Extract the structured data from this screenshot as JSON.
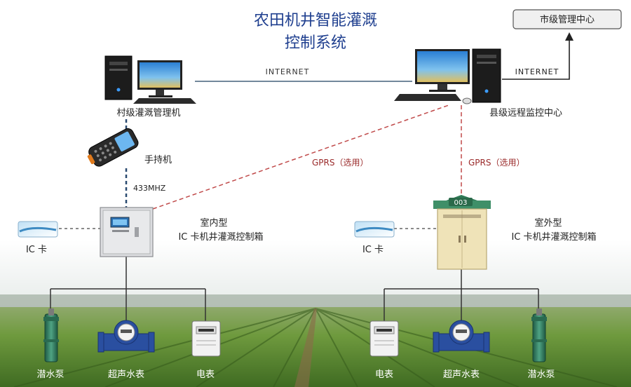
{
  "title": {
    "line1": "农田机井智能灌溉",
    "line2": "控制系统"
  },
  "nodes": {
    "city_center": "市级管理中心",
    "village_pc": "村级灌溉管理机",
    "county_center": "县级远程监控中心",
    "handheld": "手持机",
    "indoor_box": {
      "line1": "室内型",
      "line2": "IC 卡机井灌溉控制箱"
    },
    "outdoor_box": {
      "line1": "室外型",
      "line2": "IC 卡机井灌溉控制箱",
      "badge": "003"
    },
    "ic_card_left": "IC 卡",
    "ic_card_right": "IC 卡",
    "left_devices": [
      "潜水泵",
      "超声水表",
      "电表"
    ],
    "right_devices": [
      "电表",
      "超声水表",
      "潜水泵"
    ]
  },
  "links": {
    "internet_left": "INTERNET",
    "internet_right": "INTERNET",
    "freq": "433MHZ",
    "gprs_left": "GPRS（选用）",
    "gprs_right": "GPRS（选用）"
  },
  "colors": {
    "title": "#1f3f8f",
    "network_line": "#44617a",
    "gprs_line": "#c04a4a",
    "radio_line": "#2a4a70",
    "device_line": "#333333",
    "box_indoor": "#dcdde0",
    "box_outdoor": "#efe3b8",
    "roof_outdoor": "#3f8f68",
    "field": "#5c8a36"
  }
}
